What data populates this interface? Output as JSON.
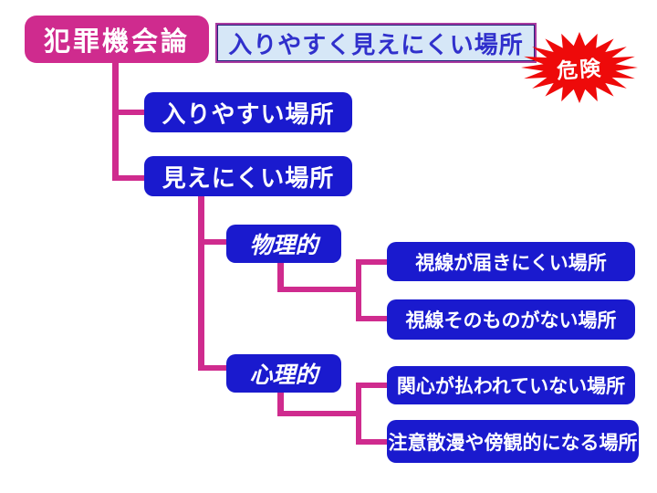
{
  "diagram": {
    "root": {
      "label": "犯罪機会論"
    },
    "banner": {
      "label": "入りやすく見えにくい場所"
    },
    "danger_badge": {
      "label": "危険"
    },
    "level1": [
      {
        "id": "easy-entry",
        "label": "入りやすい場所"
      },
      {
        "id": "hard-to-see",
        "label": "見えにくい場所"
      }
    ],
    "level2": [
      {
        "id": "physical",
        "label": "物理的"
      },
      {
        "id": "psychological",
        "label": "心理的"
      }
    ],
    "leaves_physical": [
      {
        "label": "視線が届きにくい場所"
      },
      {
        "label": "視線そのものがない場所"
      }
    ],
    "leaves_psychological": [
      {
        "label": "関心が払われていない場所"
      },
      {
        "label": "注意散漫や傍観的になる場所"
      }
    ]
  },
  "colors": {
    "magenta": "#cf2b8e",
    "node-blue": "#1a1ace",
    "banner-bg": "#d6e7f7",
    "banner-border": "#a93aa0",
    "banner-text": "#3030cc",
    "danger-red": "#ee0a0a",
    "text-white": "#ffffff"
  }
}
